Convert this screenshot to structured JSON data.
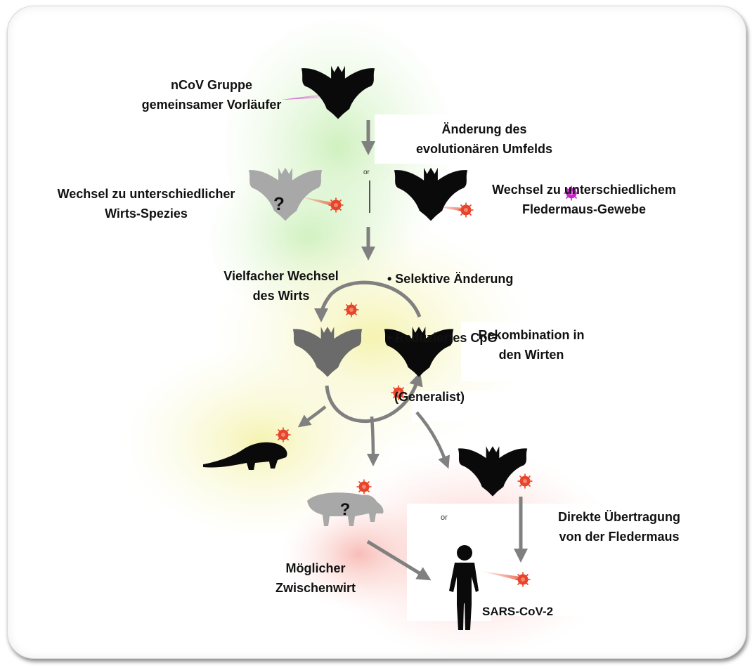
{
  "labels": {
    "ancestor": [
      "nCoV Gruppe",
      "gemeinsamer Vorläufer"
    ],
    "environment": [
      "Änderung des",
      "evolutionären Umfelds"
    ],
    "host_switch": [
      "Wechsel zu  unterschiedlicher",
      "Wirts-Spezies"
    ],
    "tissue_switch": [
      "Wechsel zu  unterschiedlichem",
      "Fledermaus-Gewebe"
    ],
    "selective": [
      "• Selektive Änderung",
      "• Reduziertes CpG",
      "  (Generalist)"
    ],
    "multiple_hosts": [
      "Vielfacher Wechsel",
      "des Wirts"
    ],
    "recombination": [
      "Rekombination in",
      "den Wirten"
    ],
    "direct": [
      "Direkte Übertragung",
      "von der Fledermaus"
    ],
    "intermediate": [
      "Möglicher",
      "Zwischenwirt"
    ],
    "sars": "SARS-CoV-2",
    "or_top": "or",
    "or_bottom": "or",
    "question1": "?",
    "question2": "?"
  },
  "colors": {
    "virus_red": "#e8442a",
    "virus_magenta": "#cc22cc",
    "bat_black": "#0a0a0a",
    "bat_gray": "#6b6b6b",
    "bat_lightgray": "#a8a8a8",
    "arrow_gray": "#808080"
  },
  "icons": [
    "bat-icon",
    "virus-icon",
    "pangolin-icon",
    "civet-icon",
    "human-icon",
    "arrow-icon"
  ]
}
